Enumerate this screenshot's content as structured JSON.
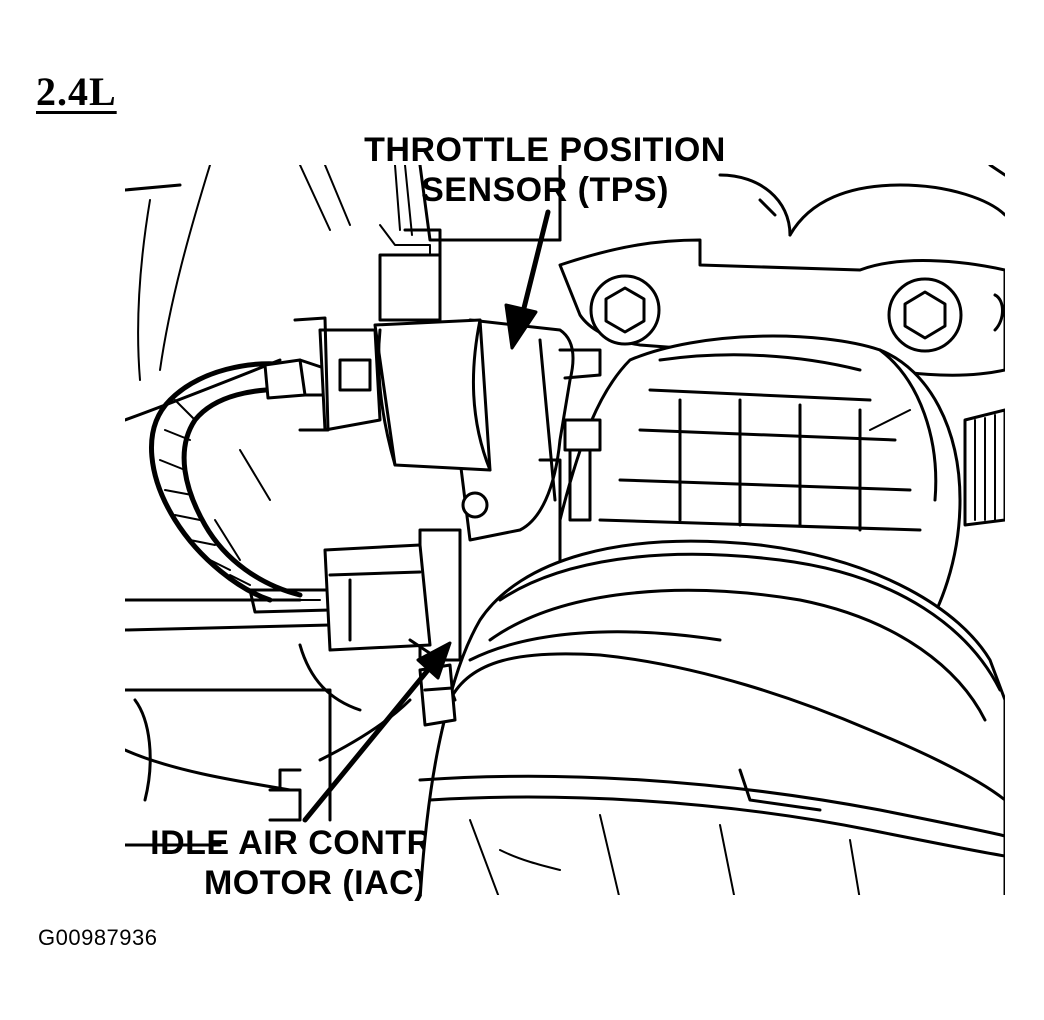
{
  "engine_label": "2.4L",
  "callouts": {
    "tps": {
      "line1": "THROTTLE POSITION",
      "line2": "SENSOR (TPS)"
    },
    "iac": {
      "line1": "IDLE AIR CONTROL",
      "line2": "MOTOR (IAC)"
    }
  },
  "figure_id": "G00987936"
}
